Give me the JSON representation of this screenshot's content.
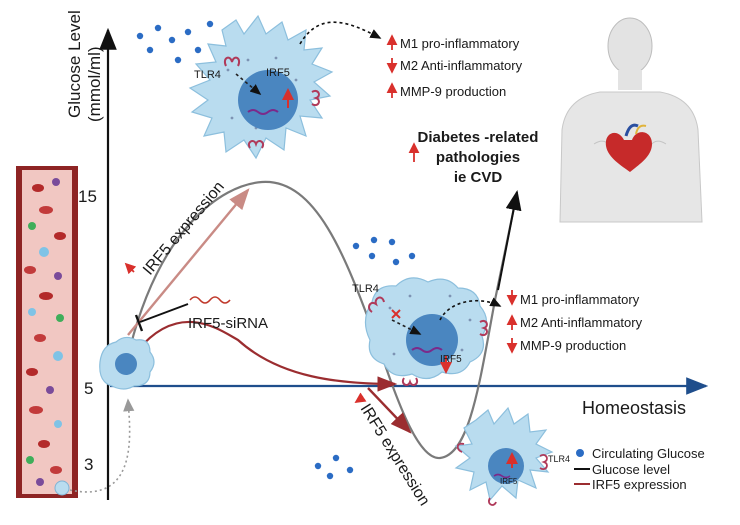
{
  "axis": {
    "y_label": "Glucose Level",
    "y_unit": "(mmol/ml)",
    "ticks": [
      "15",
      "5",
      "3"
    ],
    "x_label": "Homeostasis"
  },
  "top_cell": {
    "receptor": "TLR4",
    "factor": "IRF5",
    "effects": [
      {
        "dir": "up",
        "text": "M1 pro-inflammatory"
      },
      {
        "dir": "down",
        "text": "M2  Anti-inflammatory"
      },
      {
        "dir": "up",
        "text": "MMP-9 production"
      }
    ]
  },
  "pathology": {
    "line1": "Diabetes -related",
    "line2": "pathologies",
    "line3": "ie CVD"
  },
  "mid_cell": {
    "receptor": "TLR4",
    "factor": "IRF5",
    "effects": [
      {
        "dir": "down",
        "text": "M1 pro-inflammatory"
      },
      {
        "dir": "up",
        "text": "M2  Anti-inflammatory"
      },
      {
        "dir": "down",
        "text": "MMP-9 production"
      }
    ]
  },
  "bottom_cell": {
    "receptor": "TLR4",
    "factor": "IRF5"
  },
  "curve_labels": {
    "irf5_up": "IRF5 expression",
    "sirna": "IRF5-siRNA",
    "irf5_down": "IRF5 expression"
  },
  "legend": {
    "glucose": "Circulating Glucose",
    "glucose_level": "Glucose level",
    "irf5": "IRF5 expression"
  },
  "colors": {
    "axis_blue": "#1f4e8c",
    "glucose_line": "#7a7a7a",
    "irf5_line": "#9b2d30",
    "up_arrow": "#d9302c",
    "cell_fill": "#b9dcef",
    "nucleus": "#4a86c0",
    "glucose_dot": "#2b6cc4"
  }
}
